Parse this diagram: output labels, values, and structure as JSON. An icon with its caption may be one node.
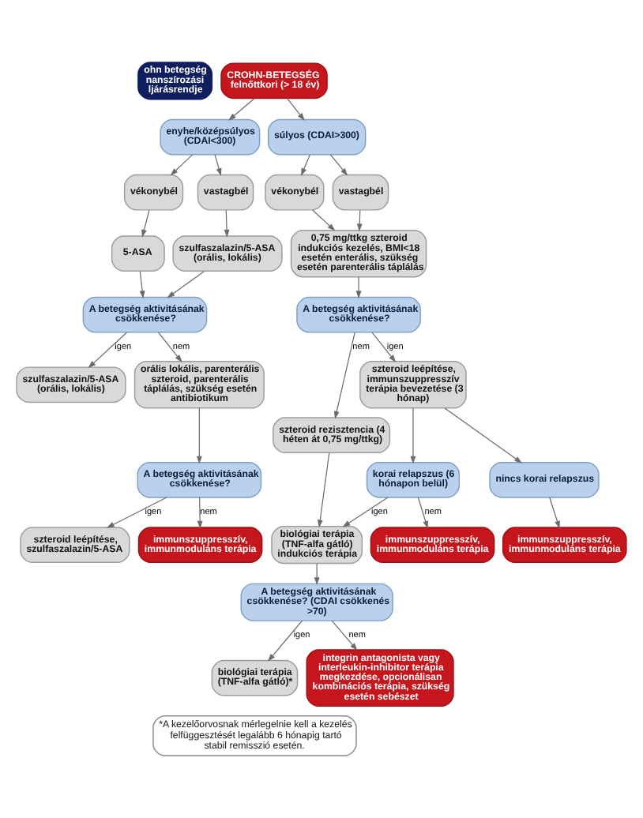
{
  "diagram": {
    "nodes": [
      {
        "text": [
          "ohn betegség nanszírozási ljárásrendje"
        ]
      },
      {
        "text": [
          "CROHN-BETEGSÉG felnőttkori (> 18 év)"
        ]
      },
      {
        "text": [
          "enyhe/középsúlyos (CDAI<300)"
        ]
      },
      {
        "text": [
          "súlyos (CDAI>300)"
        ]
      },
      {
        "text": [
          "vékonybél"
        ]
      },
      {
        "text": [
          "vastagbél"
        ]
      },
      {
        "text": [
          "vékonybél"
        ]
      },
      {
        "text": [
          "vastagbél"
        ]
      },
      {
        "text": [
          "5-ASA"
        ]
      },
      {
        "text": [
          "szulfaszalazin/5-ASA (orális, lokális)"
        ]
      },
      {
        "text": [
          "0,75 mg/ttkg szteroid indukciós kezelés, BMI<18 esetén enterális, szükség esetén parenterális táplálás"
        ]
      },
      {
        "text": [
          "A betegség aktivitásának csökkenése?"
        ]
      },
      {
        "text": [
          "A betegség aktivitásának csökkenése?"
        ]
      },
      {
        "text": [
          "szulfaszalazin/5-ASA (orális, lokális)"
        ]
      },
      {
        "text": [
          "orális lokális, parenterális szteroid, parenterális táplálás, szükség esetén antibiotikum"
        ]
      },
      {
        "text": [
          "szteroid rezisztencia (4 héten át 0,75 mg/ttkg)"
        ]
      },
      {
        "text": [
          "szteroid leépítése, immunszuppresszív terápia bevezetése (3 hónap)"
        ]
      },
      {
        "text": [
          "A betegség aktivitásának csökkenése?"
        ]
      },
      {
        "text": [
          "szteroid leépítése, szulfaszalazin/5-ASA"
        ]
      },
      {
        "text": [
          "immunszuppresszív, immunmoduláns terápia"
        ]
      },
      {
        "text": [
          "korai relapszus (6 hónapon belül)"
        ]
      },
      {
        "text": [
          "nincs korai relapszus"
        ]
      },
      {
        "text": [
          "immunszuppresszív, immunmoduláns terápia"
        ]
      },
      {
        "text": [
          "biológiai terápia (TNF-alfa gátló) indukciós terápia"
        ]
      },
      {
        "text": [
          "immunszuppresszív, immunmoduláns terápia"
        ]
      },
      {
        "text": [
          "A betegség aktivitásának csökkenése? (CDAI csökkenés >70)"
        ]
      },
      {
        "text": [
          "biológiai terápia (TNF-alfa gátló)*"
        ]
      },
      {
        "text": [
          "integrin antagonista vagy interleukin-inhibitor terápia megkezdése, opcionálisan kombinációs terápia, szükség esetén sebészet"
        ]
      },
      {
        "text": [
          "*A kezelőorvosnak mérlegelnie kell a kezelés felfüggesztését legalább 6 hónapig tartó stabil remisszió esetén."
        ]
      }
    ],
    "edges": [
      {
        "from": 1,
        "to": 2,
        "arrow": "to"
      },
      {
        "from": 1,
        "to": 3,
        "arrow": "to"
      },
      {
        "from": 2,
        "to": 4,
        "arrow": "to"
      },
      {
        "from": 2,
        "to": 5,
        "arrow": "to"
      },
      {
        "from": 3,
        "to": 6,
        "arrow": "to"
      },
      {
        "from": 3,
        "to": 7,
        "arrow": "to"
      },
      {
        "from": 4,
        "to": 8,
        "arrow": "to"
      },
      {
        "from": 5,
        "to": 9,
        "arrow": "to"
      },
      {
        "from": 8,
        "to": 11,
        "arrow": "to"
      },
      {
        "from": 9,
        "to": 11,
        "arrow": "to"
      },
      {
        "from": 6,
        "to": 10,
        "arrow": "to"
      },
      {
        "from": 7,
        "to": 10,
        "arrow": "to"
      },
      {
        "from": 10,
        "to": 12,
        "arrow": "to"
      },
      {
        "from": 11,
        "to": 13,
        "arrow": "to",
        "label": "igen"
      },
      {
        "from": 11,
        "to": 14,
        "arrow": "to",
        "label": "nem"
      },
      {
        "from": 12,
        "to": 15,
        "arrow": "to",
        "label": "nem"
      },
      {
        "from": 12,
        "to": 16,
        "arrow": "to",
        "label": "igen"
      },
      {
        "from": 14,
        "to": 17,
        "arrow": "to"
      },
      {
        "from": 17,
        "to": 18,
        "arrow": "to",
        "label": "igen"
      },
      {
        "from": 17,
        "to": 19,
        "arrow": "to",
        "label": "nem"
      },
      {
        "from": 16,
        "to": 20,
        "arrow": "to"
      },
      {
        "from": 16,
        "to": 21,
        "arrow": "to"
      },
      {
        "from": 21,
        "to": 22,
        "arrow": "to"
      },
      {
        "from": 15,
        "to": 23,
        "arrow": "to"
      },
      {
        "from": 20,
        "to": 23,
        "arrow": "to",
        "label": "igen"
      },
      {
        "from": 20,
        "to": 24,
        "arrow": "to",
        "label": "nem"
      },
      {
        "from": 23,
        "to": 25,
        "arrow": "to"
      },
      {
        "from": 25,
        "to": 26,
        "arrow": "to",
        "label": "igen"
      },
      {
        "from": 25,
        "to": 27,
        "arrow": "to",
        "label": "nem"
      }
    ]
  }
}
